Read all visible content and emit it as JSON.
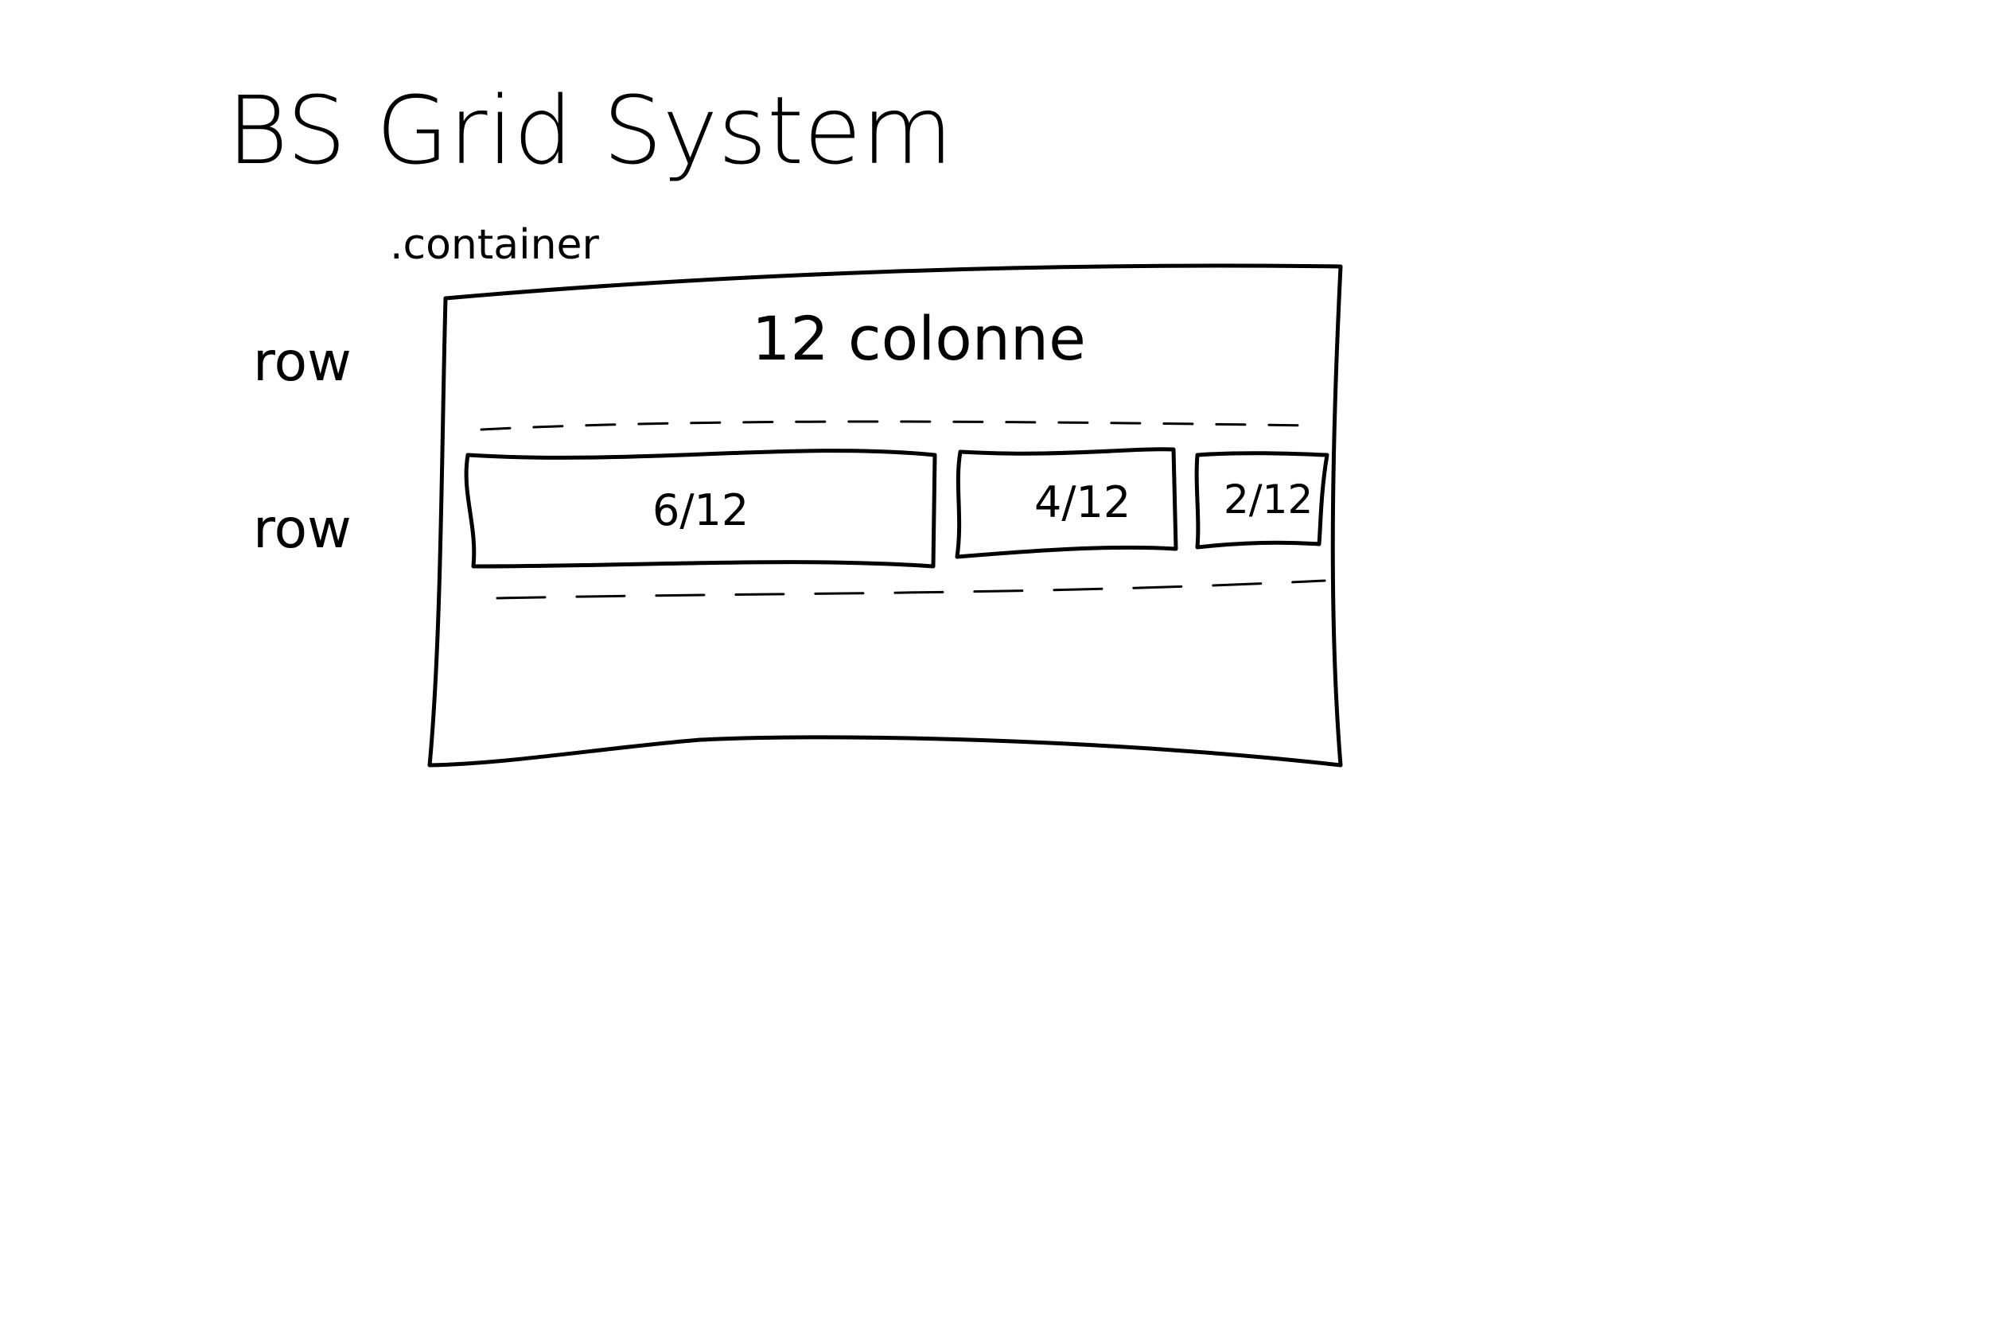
{
  "diagram": {
    "title": "BS Grid System",
    "container_label": ".container",
    "rows": [
      {
        "label": "row",
        "content": "12 colonne"
      },
      {
        "label": "row",
        "columns": [
          "6/12",
          "4/12",
          "2/12"
        ]
      }
    ]
  },
  "colors": {
    "ink": "#000000",
    "paper": "#ffffff"
  }
}
